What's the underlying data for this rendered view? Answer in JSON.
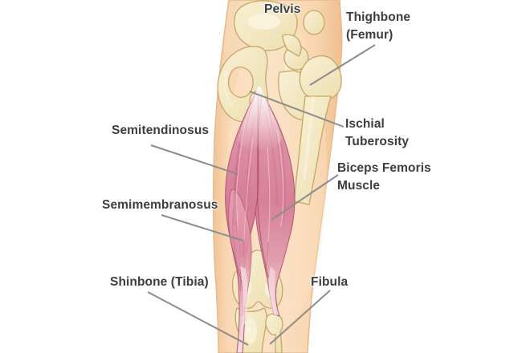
{
  "diagram": {
    "description_labels": {
      "pelvis": {
        "text": "Pelvis"
      },
      "thighbone": {
        "line1": "Thighbone",
        "line2": "(Femur)"
      },
      "ischial_tuberosity": {
        "line1": "Ischial",
        "line2": "Tuberosity"
      },
      "biceps_femoris": {
        "line1": "Biceps Femoris",
        "line2": "Muscle"
      },
      "semitendinosus": {
        "text": "Semitendinosus"
      },
      "semimembranosus": {
        "text": "Semimembranosus"
      },
      "shinbone": {
        "text": "Shinbone (Tibia)"
      },
      "fibula": {
        "text": "Fibula"
      }
    },
    "colors": {
      "background": "#ffffff",
      "skin": "#f8d7b2",
      "skin_shadow": "#f0c294",
      "bone": "#f3e9c4",
      "bone_highlight": "#faf4e0",
      "bone_outline": "#c6a666",
      "muscle": "#d87f97",
      "muscle_dark": "#b2536e",
      "tendon": "#f6e3e4",
      "leader_line": "#8c8c8c",
      "label_text": "#3d3d3d"
    }
  }
}
